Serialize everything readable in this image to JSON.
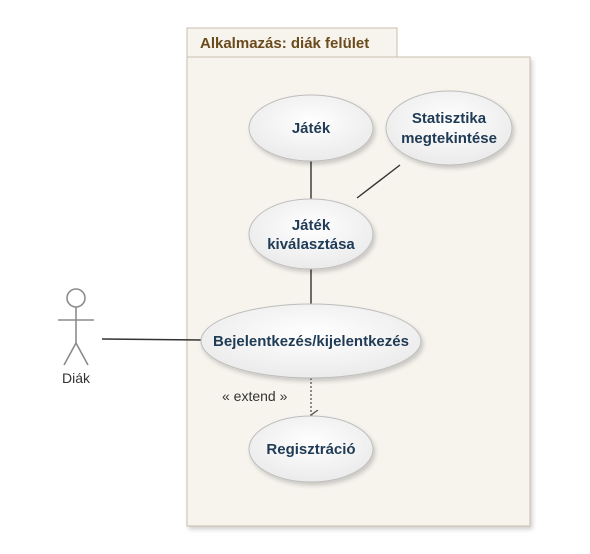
{
  "package": {
    "title": "Alkalmazás: diák felület"
  },
  "actor": {
    "name": "Diák"
  },
  "use_cases": {
    "jatek": {
      "label": "Játék"
    },
    "statisztika": {
      "line1": "Statisztika",
      "line2": "megtekintése"
    },
    "kivalasztas": {
      "line1": "Játék",
      "line2": "kiválasztása"
    },
    "bejelentkezes": {
      "label": "Bejelentkezés/kijelentkezés"
    },
    "regisztracio": {
      "label": "Regisztráció"
    }
  },
  "relations": {
    "extend_label": "« extend »"
  },
  "colors": {
    "package_fill": "#f7f4ee",
    "package_border": "#c9bfae",
    "usecase_fill": "#f1f1f1",
    "usecase_border": "#bdbdbd",
    "actor_stroke": "#8c8c8c",
    "line": "#333333"
  }
}
